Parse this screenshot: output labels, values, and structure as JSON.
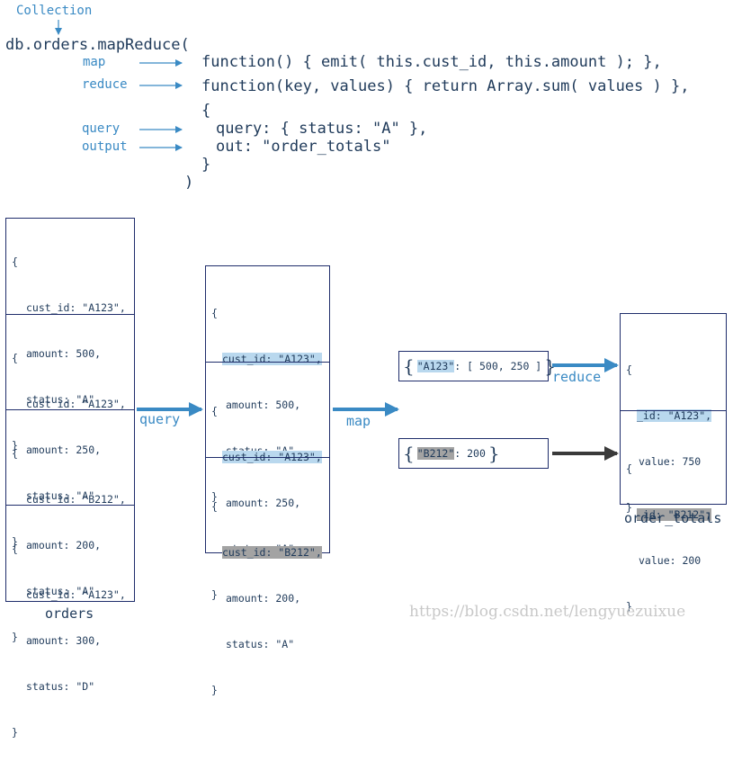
{
  "command": {
    "collection_label": "Collection",
    "line_call": "db.orders.mapReduce(",
    "map_label": "map",
    "reduce_label": "reduce",
    "query_label": "query",
    "output_label": "output",
    "map_fn": "function() { emit( this.cust_id, this.amount ); },",
    "reduce_fn": "function(key, values) { return Array.sum( values ) },",
    "open_brace": "{",
    "query_opt": "query: { status: \"A\" },",
    "out_opt": "out: \"order_totals\"",
    "close_brace": "}",
    "close_paren": ")"
  },
  "orders": {
    "caption": "orders",
    "docs": [
      {
        "open": "{",
        "cust_id": "cust_id: \"A123\",",
        "amount": "amount: 500,",
        "status": "status: \"A\"",
        "close": "}"
      },
      {
        "open": "{",
        "cust_id": "cust_id: \"A123\",",
        "amount": "amount: 250,",
        "status": "status: \"A\"",
        "close": "}"
      },
      {
        "open": "{",
        "cust_id": "cust_id: \"B212\",",
        "amount": "amount: 200,",
        "status": "status: \"A\"",
        "close": "}"
      },
      {
        "open": "{",
        "cust_id": "cust_id: \"A123\",",
        "amount": "amount: 300,",
        "status": "status: \"D\"",
        "close": "}"
      }
    ]
  },
  "filtered": {
    "docs": [
      {
        "open": "{",
        "cust_id": "cust_id: \"A123\",",
        "amount": "amount: 500,",
        "status": "status: \"A\"",
        "close": "}"
      },
      {
        "open": "{",
        "cust_id": "cust_id: \"A123\",",
        "amount": "amount: 250,",
        "status": "status: \"A\"",
        "close": "}"
      },
      {
        "open": "{",
        "cust_id": "cust_id: \"B212\",",
        "amount": "amount: 200,",
        "status": "status: \"A\"",
        "close": "}"
      }
    ]
  },
  "stage_labels": {
    "query": "query",
    "map": "map",
    "reduce": "reduce"
  },
  "mapped": {
    "pair1": {
      "open": "{",
      "key": "\"A123\"",
      "rest": ": [ 500, 250 ]",
      "close": "}"
    },
    "pair2": {
      "open": "{",
      "key": "\"B212\"",
      "rest": ": 200",
      "close": "}"
    }
  },
  "totals": {
    "caption": "order_totals",
    "docs": [
      {
        "open": "{",
        "id": "_id: \"A123\",",
        "value": "value: 750",
        "close": "}"
      },
      {
        "open": "{",
        "id": "_id: \"B212\",",
        "value": "value: 200",
        "close": "}"
      }
    ]
  },
  "watermark": "https://blog.csdn.net/lengyuezuixue",
  "colors": {
    "accent": "#3a8ac4",
    "text": "#1f3a5a",
    "highlight_blue": "#b9d8ee",
    "highlight_gray": "#a3a3a3",
    "arrow_dark": "#3a3a3a"
  }
}
